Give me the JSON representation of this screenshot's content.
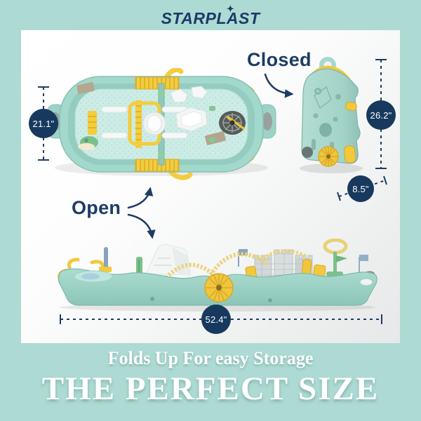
{
  "brand": {
    "name_pre": "STARPL",
    "name_a": "A",
    "name_post": "ST",
    "star_glyph": "✦"
  },
  "annotations": {
    "closed_label": "Closed",
    "open_label": "Open"
  },
  "dimensions": {
    "open_top_width": "21.1\"",
    "closed_height": "26.2\"",
    "closed_depth": "8.5\"",
    "open_length": "52.4\""
  },
  "footer": {
    "tagline": "Folds Up For easy Storage",
    "headline": "THE PERFECT SIZE"
  },
  "illustrations": {
    "top_view": "open playset seen from above",
    "closed_view": "folded trolley case with wheel",
    "side_view": "open playset side profile"
  },
  "colors": {
    "frame_mint": "#aedad4",
    "navy_text": "#1d3c66",
    "badge_navy": "#17395e",
    "toy_mint": "#a3d8cb",
    "toy_yellow": "#f2c83c",
    "footer_text": "#ffffff"
  }
}
